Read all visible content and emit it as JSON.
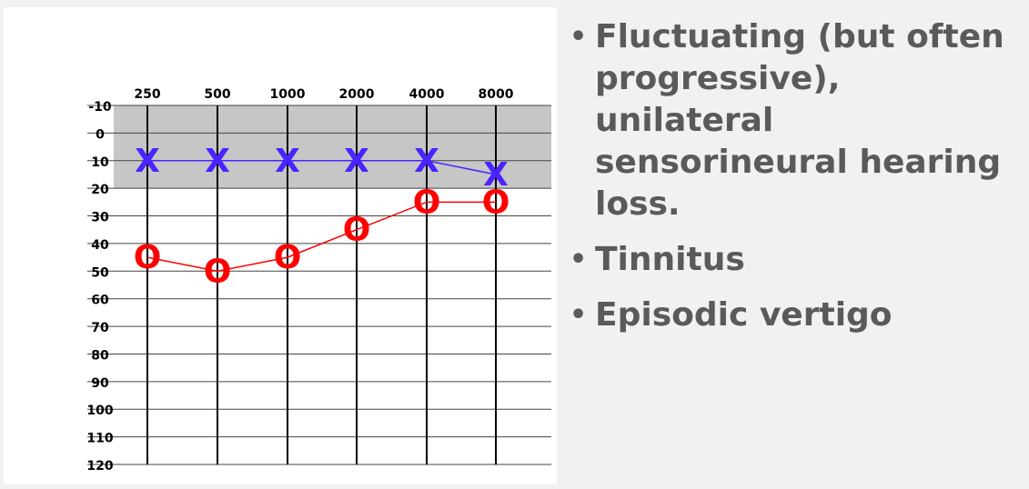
{
  "bullets": [
    "Fluctuating (but often progressive), unilateral sensorineural hearing loss.",
    "Tinnitus",
    "Episodic vertigo"
  ],
  "colors": {
    "normal_band": "#c6c6c6",
    "right_ear": "#ff0000",
    "left_ear": "#4b23ff",
    "grid": "#000000",
    "text": "#5a5a5a"
  },
  "chart_data": {
    "type": "line",
    "title": "",
    "xlabel": "",
    "ylabel": "",
    "x_ticks": [
      250,
      500,
      1000,
      2000,
      4000,
      8000
    ],
    "y_ticks": [
      -10,
      0,
      10,
      20,
      30,
      40,
      50,
      60,
      70,
      80,
      90,
      100,
      110,
      120
    ],
    "ylim": [
      120,
      -10
    ],
    "normal_range": [
      -10,
      20
    ],
    "grid": true,
    "series": [
      {
        "name": "",
        "symbol": "O",
        "color": "#ff0000",
        "x": [
          250,
          500,
          1000,
          2000,
          4000,
          8000
        ],
        "y": [
          45,
          50,
          45,
          35,
          25,
          25
        ]
      },
      {
        "name": "",
        "symbol": "X",
        "color": "#4b23ff",
        "x": [
          250,
          500,
          1000,
          2000,
          4000,
          8000
        ],
        "y": [
          10,
          10,
          10,
          10,
          10,
          15
        ]
      }
    ]
  }
}
